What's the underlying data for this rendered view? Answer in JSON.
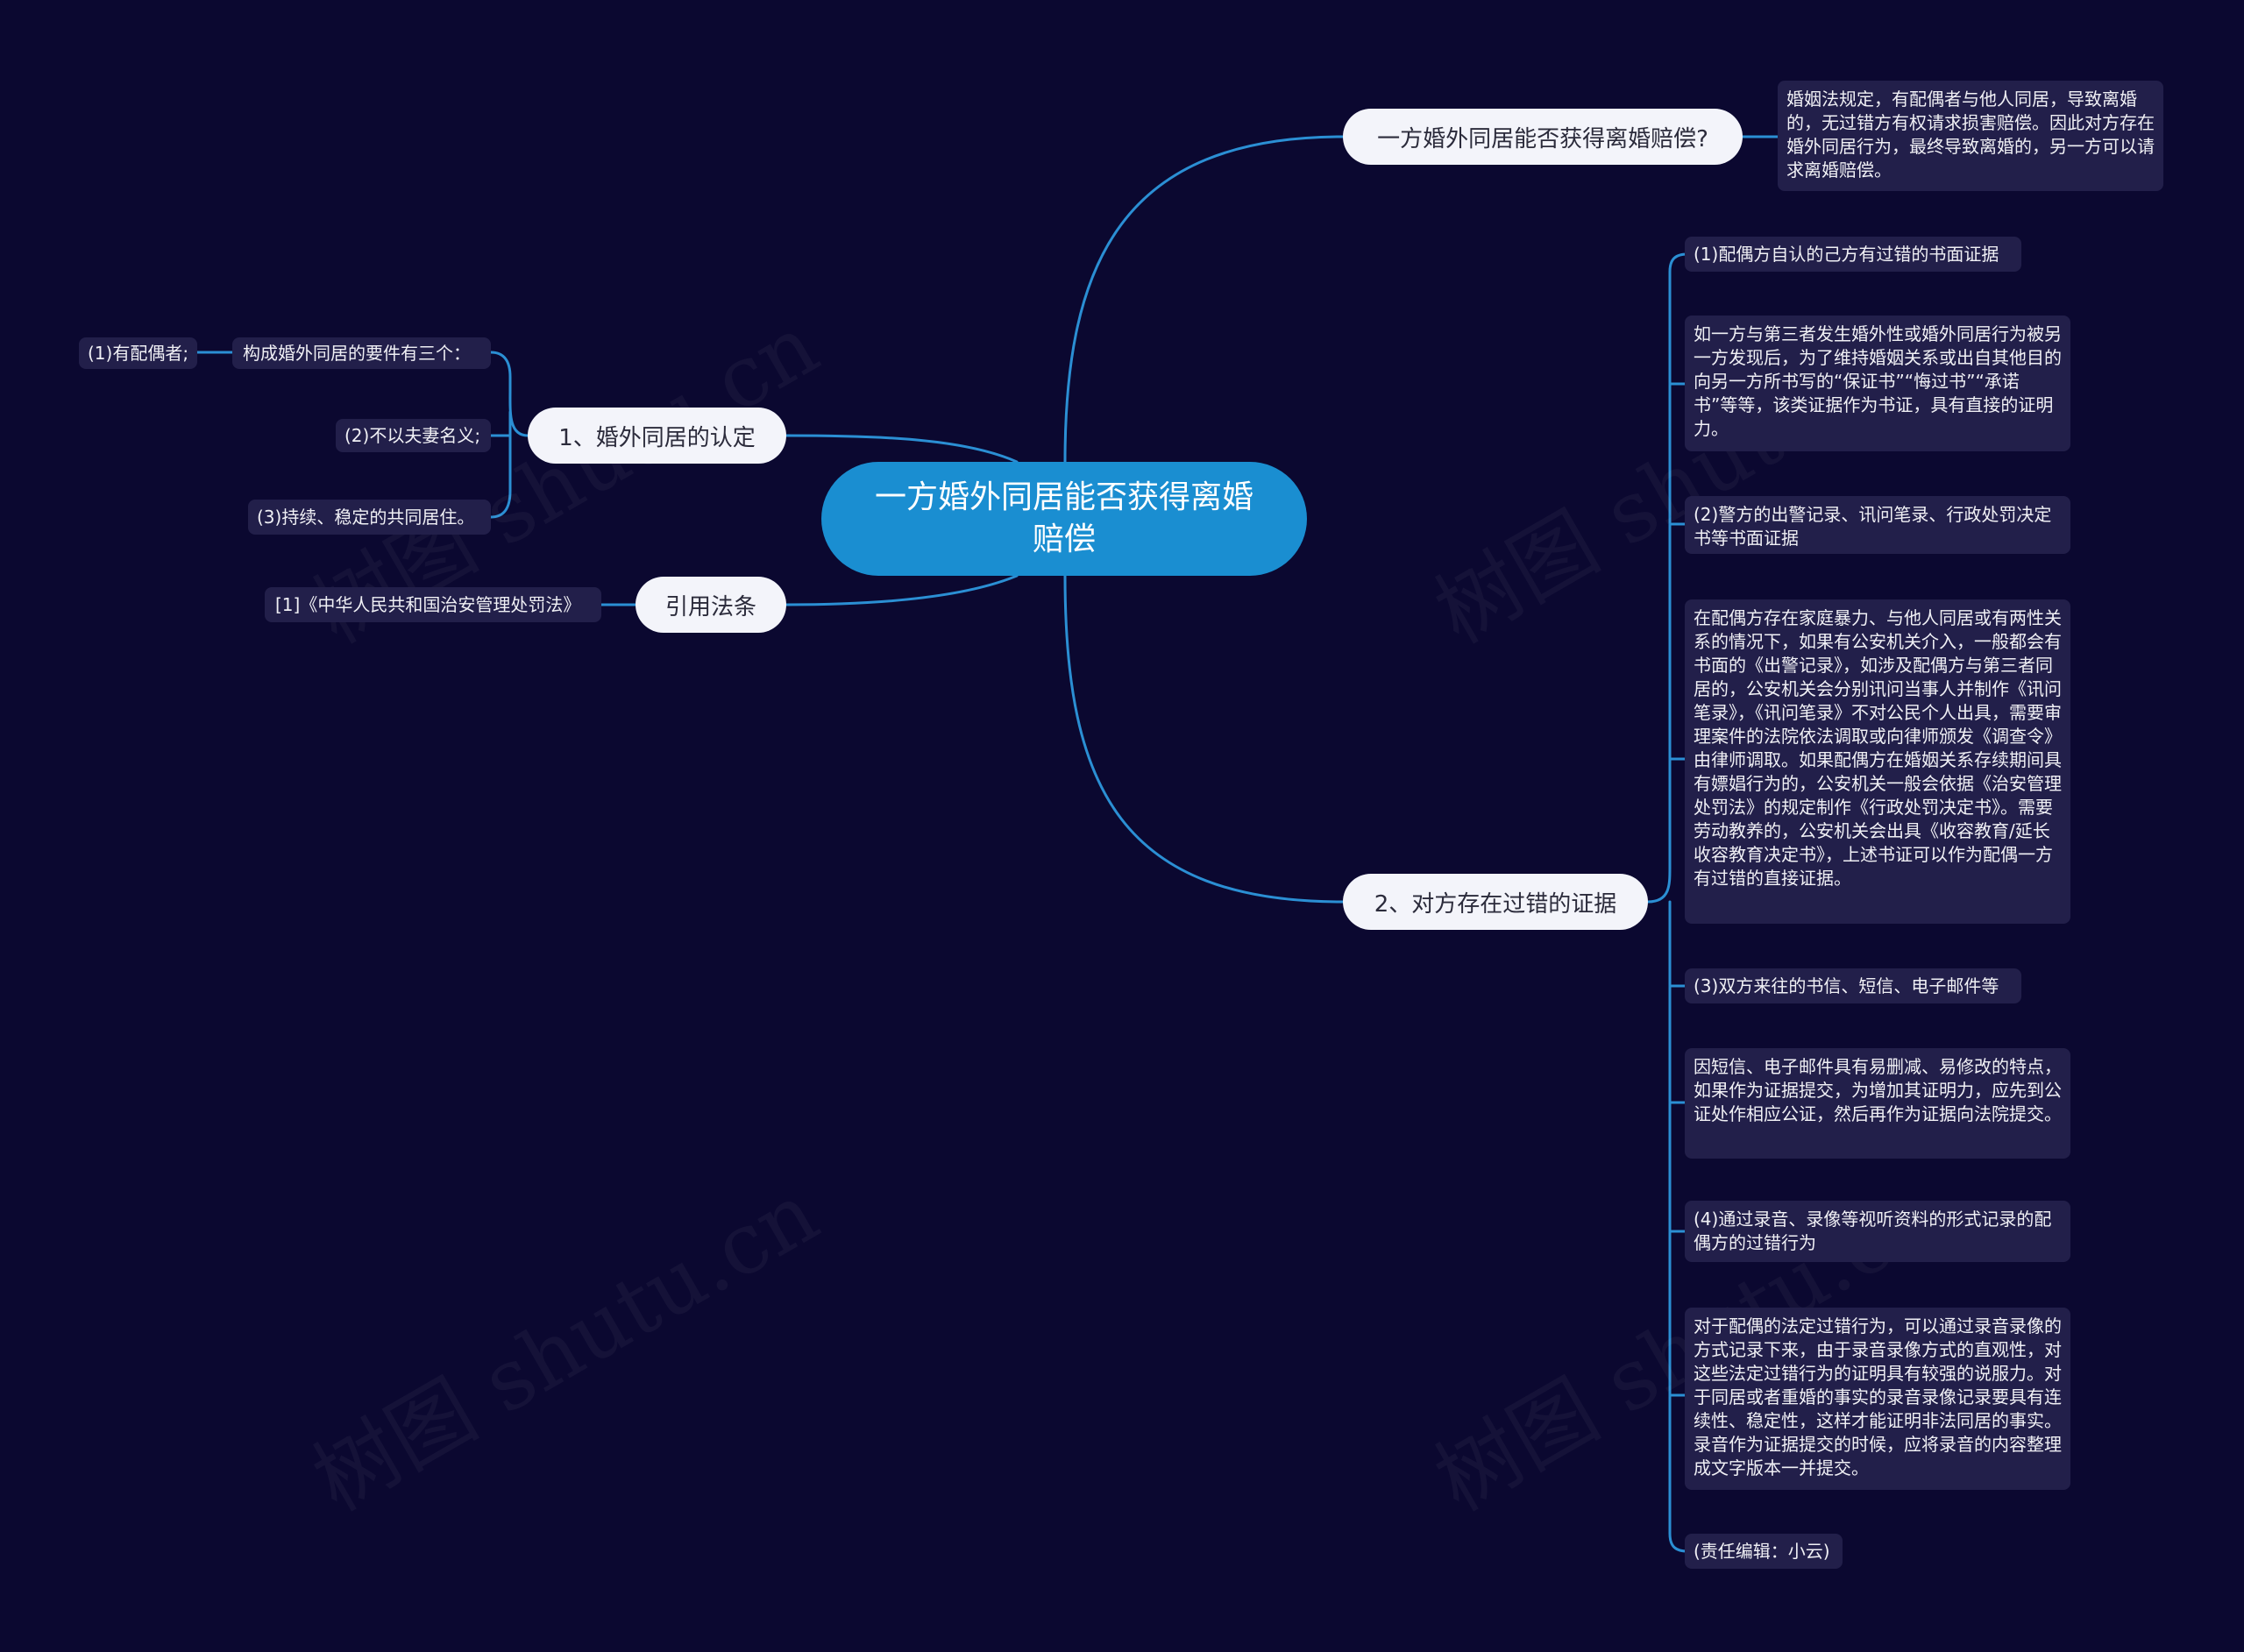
{
  "root": {
    "label": "一方婚外同居能否获得离婚赔偿"
  },
  "branches": {
    "question": {
      "label": "一方婚外同居能否获得离婚赔偿?",
      "detail": "婚姻法规定，有配偶者与他人同居，导致离婚的，无过错方有权请求损害赔偿。因此对方存在婚外同居行为，最终导致离婚的，另一方可以请求离婚赔偿。"
    },
    "recognition": {
      "label": "1、婚外同居的认定",
      "requirement": "构成婚外同居的要件有三个：",
      "items": [
        "(1)有配偶者;",
        "(2)不以夫妻名义;",
        "(3)持续、稳定的共同居住。"
      ]
    },
    "citation": {
      "label": "引用法条",
      "items": [
        "[1]《中华人民共和国治安管理处罚法》"
      ]
    },
    "evidence": {
      "label": "2、对方存在过错的证据",
      "items": [
        "(1)配偶方自认的己方有过错的书面证据",
        "如一方与第三者发生婚外性或婚外同居行为被另一方发现后，为了维持婚姻关系或出自其他目的向另一方所书写的“保证书”“悔过书”“承诺书”等等，该类证据作为书证，具有直接的证明力。",
        "(2)警方的出警记录、讯问笔录、行政处罚决定书等书面证据",
        "在配偶方存在家庭暴力、与他人同居或有两性关系的情况下，如果有公安机关介入，一般都会有书面的《出警记录》，如涉及配偶方与第三者同居的，公安机关会分别讯问当事人并制作《讯问笔录》，《讯问笔录》不对公民个人出具，需要审理案件的法院依法调取或向律师颁发《调查令》由律师调取。如果配偶方在婚姻关系存续期间具有嫖娼行为的，公安机关一般会依据《治安管理处罚法》的规定制作《行政处罚决定书》。需要劳动教养的，公安机关会出具《收容教育/延长收容教育决定书》，上述书证可以作为配偶一方有过错的直接证据。",
        "(3)双方来往的书信、短信、电子邮件等",
        "因短信、电子邮件具有易删减、易修改的特点，如果作为证据提交，为增加其证明力，应先到公证处作相应公证，然后再作为证据向法院提交。",
        "(4)通过录音、录像等视听资料的形式记录的配偶方的过错行为",
        "对于配偶的法定过错行为，可以通过录音录像的方式记录下来，由于录音录像方式的直观性，对这些法定过错行为的证明具有较强的说服力。对于同居或者重婚的事实的录音录像记录要具有连续性、稳定性，这样才能证明非法同居的事实。录音作为证据提交的时候，应将录音的内容整理成文字版本一并提交。",
        "(责任编辑：小云)"
      ]
    }
  },
  "colors": {
    "background": "#0b0830",
    "root": "#1a8ed1",
    "connector": "#2b8fd4",
    "box": "#221f4a"
  },
  "watermark": "树图 shutu.cn"
}
